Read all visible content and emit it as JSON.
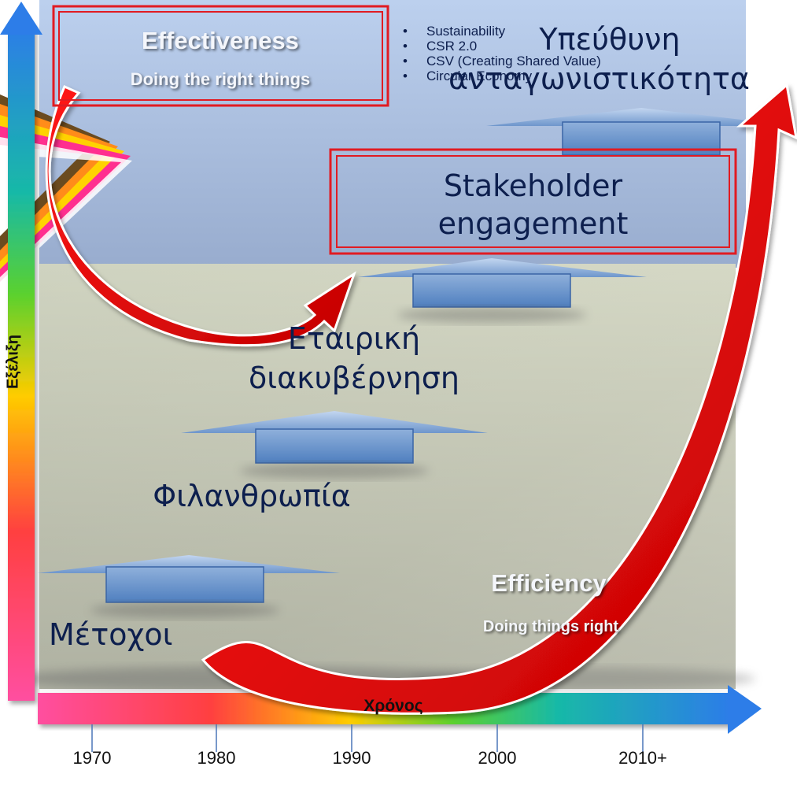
{
  "axes": {
    "y_label": "Εξέλιξη",
    "x_label": "Χρόνος",
    "years": [
      "1970",
      "1980",
      "1990",
      "2000",
      "2010+"
    ]
  },
  "top_box": {
    "title": "Effectiveness",
    "subtitle": "Doing the right things"
  },
  "bottom_label": {
    "title": "Efficiency",
    "subtitle": "Doing things right"
  },
  "stages": {
    "shareholders": "Μέτοχοι",
    "philanthropy": "Φιλανθρωπία",
    "governance_line1": "Εταιρική",
    "governance_line2": "διακυβέρνηση",
    "stakeholder_line1": "Stakeholder",
    "stakeholder_line2": "engagement",
    "responsible_line1": "Υπεύθυνη",
    "responsible_line2": "ανταγωνιστικότητα"
  },
  "bullets": [
    "Sustainability",
    "CSR 2.0",
    "CSV (Creating Shared Value)",
    "Circular Economy"
  ],
  "colors": {
    "upper_panel": "#b3c5e2",
    "lower_panel": "#d9dccb",
    "arrow_red": "#e60000",
    "box_border": "#e11b22",
    "text": "#0d1f4e"
  }
}
